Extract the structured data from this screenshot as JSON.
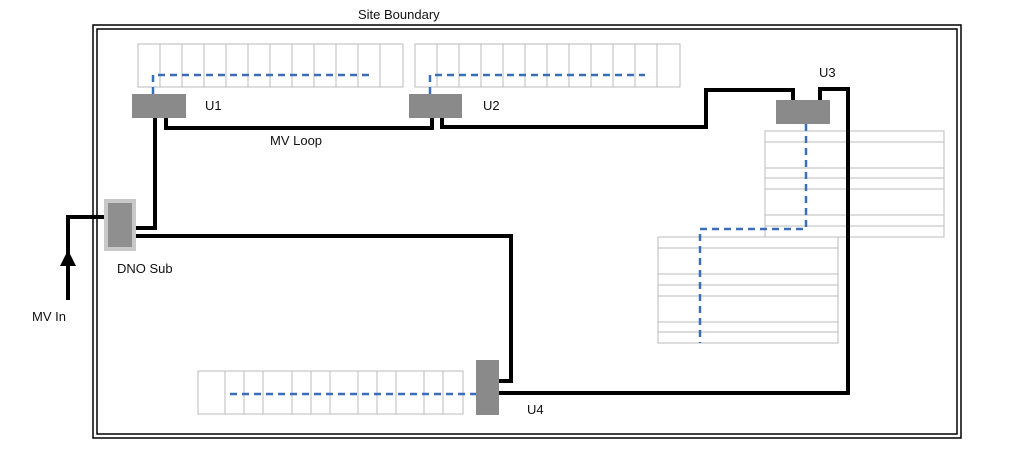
{
  "labels": {
    "site_boundary": "Site Boundary",
    "u1": "U1",
    "u2": "U2",
    "u3": "U3",
    "u4": "U4",
    "mv_loop": "MV Loop",
    "dno_sub": "DNO Sub",
    "mv_in": "MV In"
  },
  "colors": {
    "cable": "#000000",
    "string": "#3a6fb8",
    "panel": "#bbbbbb",
    "unit": "#8a8a8a",
    "substation": "#8f8f8f",
    "substation_outline": "#c8c8c8"
  }
}
